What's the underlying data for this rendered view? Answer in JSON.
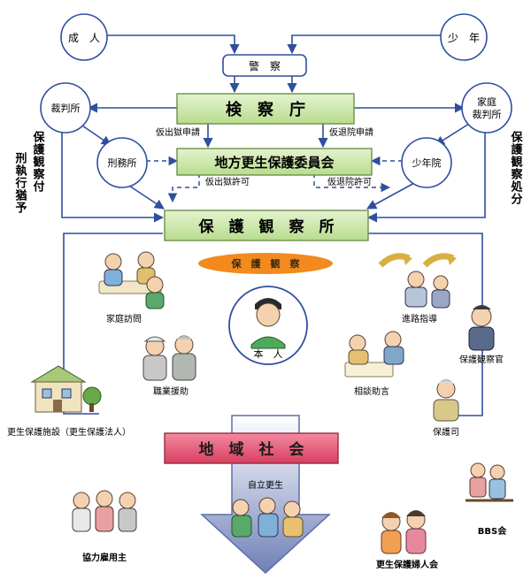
{
  "nodes": {
    "adult": "成　人",
    "juvenile": "少　年",
    "police": "警　察",
    "prosecutors": "検　察　庁",
    "court": "裁判所",
    "family_court_line1": "家庭",
    "family_court_line2": "裁判所",
    "prison": "刑務所",
    "parole_board": "地方更生保護委員会",
    "training_school": "少年院",
    "probation_office": "保　護　観　察　所",
    "probation_oval": "保　護　観　察",
    "person": "本　人",
    "community": "地　域　社　会"
  },
  "edge_labels": {
    "parole_request": "仮出獄申請",
    "release_request": "仮退院申請",
    "parole_permit": "仮出獄許可",
    "release_permit": "仮退院許可",
    "self_reliance": "自立更生"
  },
  "side_labels": {
    "left_col1": "保護観察付",
    "left_col2": "刑執行猶予",
    "right_col": "保護観察処分"
  },
  "activities": {
    "home_visit": "家庭訪問",
    "career_guidance": "進路指導",
    "job_support": "職業援助",
    "counseling": "相談助言",
    "probation_officer": "保護観察官",
    "rehab_facility": "更生保護施設（更生保護法人）",
    "volunteer_po": "保護司",
    "cooperating_employer": "協力雇用主",
    "womens_association": "更生保護婦人会",
    "bbs": "BBS会"
  },
  "colors": {
    "arrow_blue": "#2f4f9e",
    "green_box": "#c9e6a6",
    "pink_box": "#e8526f",
    "orange_oval": "#f28a1e",
    "big_arrow": "#7f8fbf"
  }
}
